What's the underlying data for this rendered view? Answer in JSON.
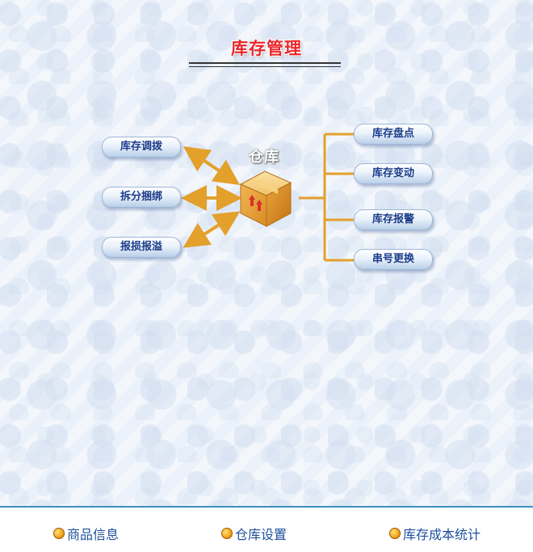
{
  "page": {
    "title": "库存管理"
  },
  "center": {
    "label": "仓库",
    "icon": "cardboard-box-icon"
  },
  "left_actions": [
    {
      "label": "库存调拨"
    },
    {
      "label": "拆分捆绑"
    },
    {
      "label": "报损报溢"
    }
  ],
  "right_actions": [
    {
      "label": "库存盘点"
    },
    {
      "label": "库存变动"
    },
    {
      "label": "库存报警"
    },
    {
      "label": "串号更换"
    }
  ],
  "footer": {
    "links": [
      {
        "label": "商品信息",
        "icon": "orange-bullet-icon"
      },
      {
        "label": "仓库设置",
        "icon": "orange-bullet-icon"
      },
      {
        "label": "库存成本统计",
        "icon": "orange-bullet-icon"
      }
    ]
  },
  "colors": {
    "title": "#e8282d",
    "button_text": "#1c3c8a",
    "connector": "#e3a02b",
    "footer_link": "#1d4f9a",
    "footer_rule": "#3a8fc2"
  }
}
